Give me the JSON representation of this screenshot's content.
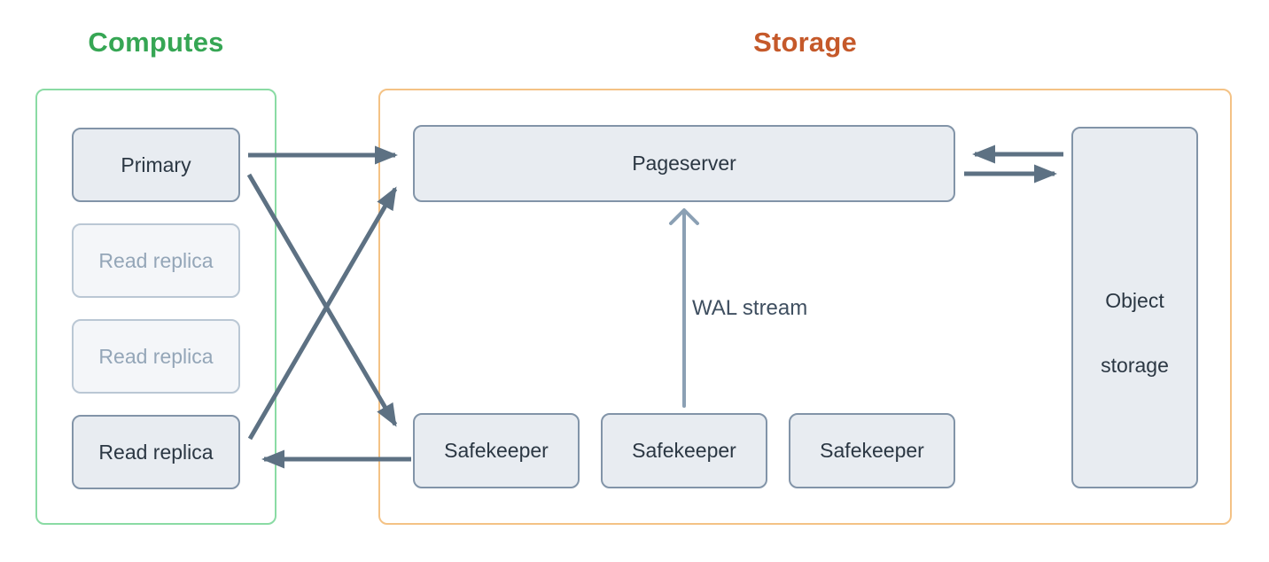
{
  "titles": {
    "computes": "Computes",
    "storage": "Storage"
  },
  "computes": {
    "nodes": [
      {
        "label": "Primary",
        "state": "active"
      },
      {
        "label": "Read replica",
        "state": "faded"
      },
      {
        "label": "Read replica",
        "state": "faded"
      },
      {
        "label": "Read replica",
        "state": "active"
      }
    ]
  },
  "storage": {
    "pageserver_label": "Pageserver",
    "safekeepers": [
      {
        "label": "Safekeeper"
      },
      {
        "label": "Safekeeper"
      },
      {
        "label": "Safekeeper"
      }
    ],
    "wal_stream_label": "WAL stream",
    "object_storage": {
      "line1": "Object",
      "line2": "storage"
    }
  },
  "edges": [
    {
      "from": "primary",
      "to": "pageserver"
    },
    {
      "from": "primary",
      "to": "safekeeper-1"
    },
    {
      "from": "read-replica-3",
      "to": "pageserver"
    },
    {
      "from": "safekeeper-1",
      "to": "read-replica-3"
    },
    {
      "from": "object-storage",
      "to": "pageserver"
    },
    {
      "from": "pageserver",
      "to": "object-storage"
    },
    {
      "from": "safekeeper-2",
      "to": "pageserver",
      "label": "WAL stream"
    }
  ],
  "colors": {
    "computes_title": "#36a654",
    "computes_border": "#8adba4",
    "storage_title": "#c5592a",
    "storage_border": "#f4c285",
    "node_fill": "#e8ecf1",
    "node_border": "#8294a8",
    "node_text": "#2b3743",
    "faded_fill": "#f4f6f9",
    "faded_border": "#bac7d4",
    "faded_text": "#94a6b8",
    "arrow": "#5d7183",
    "wal_arrow": "#8ba0b4",
    "wal_label_text": "#3f4f60"
  }
}
